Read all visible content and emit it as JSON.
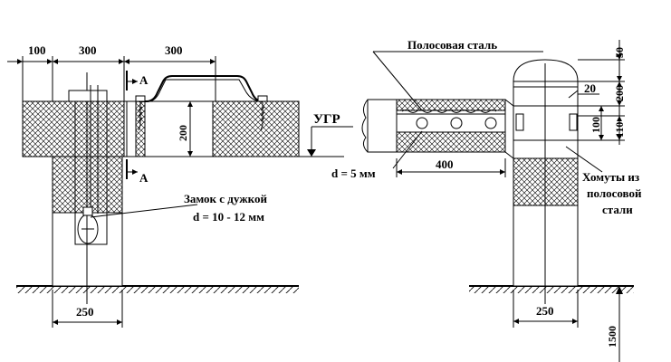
{
  "dimensions": {
    "left_100": "100",
    "left_300a": "300",
    "left_300b": "300",
    "left_200": "200",
    "left_250": "250",
    "right_50": "50",
    "right_200": "200",
    "right_20": "20",
    "right_100": "100",
    "right_110": "110",
    "right_400": "400",
    "right_250": "250",
    "right_1500": "1500"
  },
  "labels": {
    "section_mark_top": "А",
    "section_mark_bottom": "А",
    "ugr": "УГР",
    "lock_line1": "Замок с дужкой",
    "lock_line2": "d = 10 - 12 мм",
    "strip_steel": "Полосовая сталь",
    "thickness": "d = 5 мм",
    "clamps_line1": "Хомуты из",
    "clamps_line2": "полосовой",
    "clamps_line3": "стали"
  },
  "colors": {
    "line": "#000000",
    "hatch": "#000000",
    "background": "#ffffff"
  }
}
